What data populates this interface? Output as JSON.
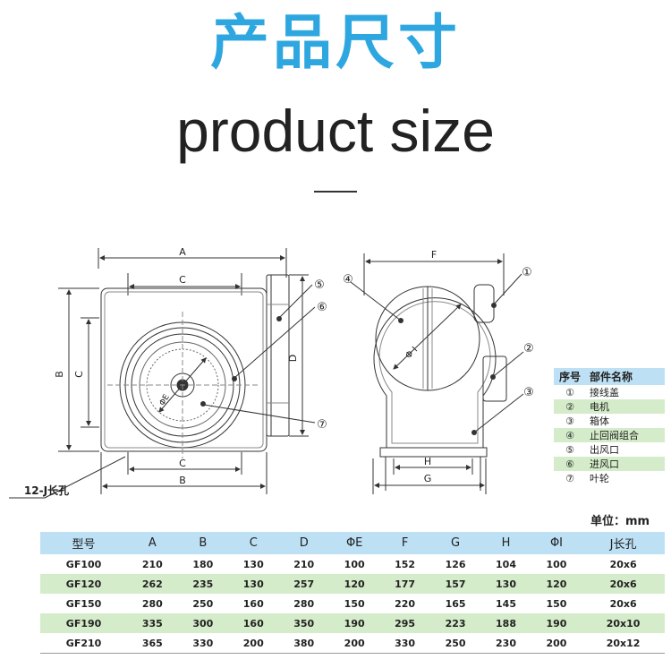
{
  "header": {
    "title_cn": "产品尺寸",
    "title_en": "product size"
  },
  "drawing": {
    "front_labels": {
      "A": "A",
      "B_top": "B",
      "C_top": "C",
      "C_left": "C",
      "C_bottom": "C",
      "B_bottom": "B",
      "D": "D",
      "E": "ΦE",
      "hole": "12-J长孔"
    },
    "side_labels": {
      "F": "F",
      "H": "H",
      "G": "G",
      "I": "Φ I"
    },
    "callouts": [
      "①",
      "②",
      "③",
      "④",
      "⑤",
      "⑥",
      "⑦"
    ]
  },
  "legend": {
    "headers": [
      "序号",
      "部件名称"
    ],
    "rows": [
      {
        "num": "①",
        "name": "接线盖"
      },
      {
        "num": "②",
        "name": "电机"
      },
      {
        "num": "③",
        "name": "箱体"
      },
      {
        "num": "④",
        "name": "止回阀组合"
      },
      {
        "num": "⑤",
        "name": "出风口"
      },
      {
        "num": "⑥",
        "name": "进风口"
      },
      {
        "num": "⑦",
        "name": "叶轮"
      }
    ]
  },
  "unit_label": "单位：mm",
  "spec_table": {
    "headers": [
      "型号",
      "A",
      "B",
      "C",
      "D",
      "ΦE",
      "F",
      "G",
      "H",
      "ΦI",
      "J长孔"
    ],
    "rows": [
      [
        "GF100",
        "210",
        "180",
        "130",
        "210",
        "100",
        "152",
        "126",
        "104",
        "100",
        "20x6"
      ],
      [
        "GF120",
        "262",
        "235",
        "130",
        "257",
        "120",
        "177",
        "157",
        "130",
        "120",
        "20x6"
      ],
      [
        "GF150",
        "280",
        "250",
        "160",
        "280",
        "150",
        "220",
        "165",
        "145",
        "150",
        "20x6"
      ],
      [
        "GF190",
        "335",
        "300",
        "160",
        "350",
        "190",
        "295",
        "223",
        "188",
        "190",
        "20x10"
      ],
      [
        "GF210",
        "365",
        "330",
        "200",
        "380",
        "200",
        "330",
        "250",
        "230",
        "200",
        "20x12"
      ]
    ]
  },
  "colors": {
    "title": "#2ea7e0",
    "header_bg": "#bde0f5",
    "alt_row_bg": "#d4ecc9"
  }
}
